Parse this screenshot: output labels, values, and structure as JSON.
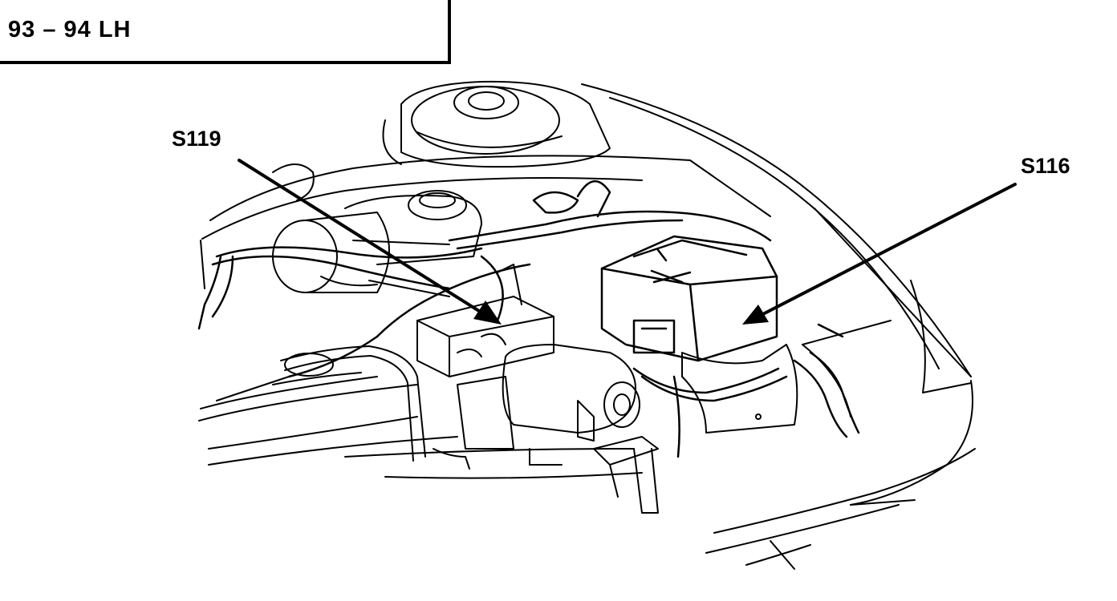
{
  "title": "93 – 94 LH",
  "callouts": {
    "s119": "S119",
    "s116": "S116"
  },
  "colors": {
    "line": "#000000",
    "background": "#ffffff"
  }
}
